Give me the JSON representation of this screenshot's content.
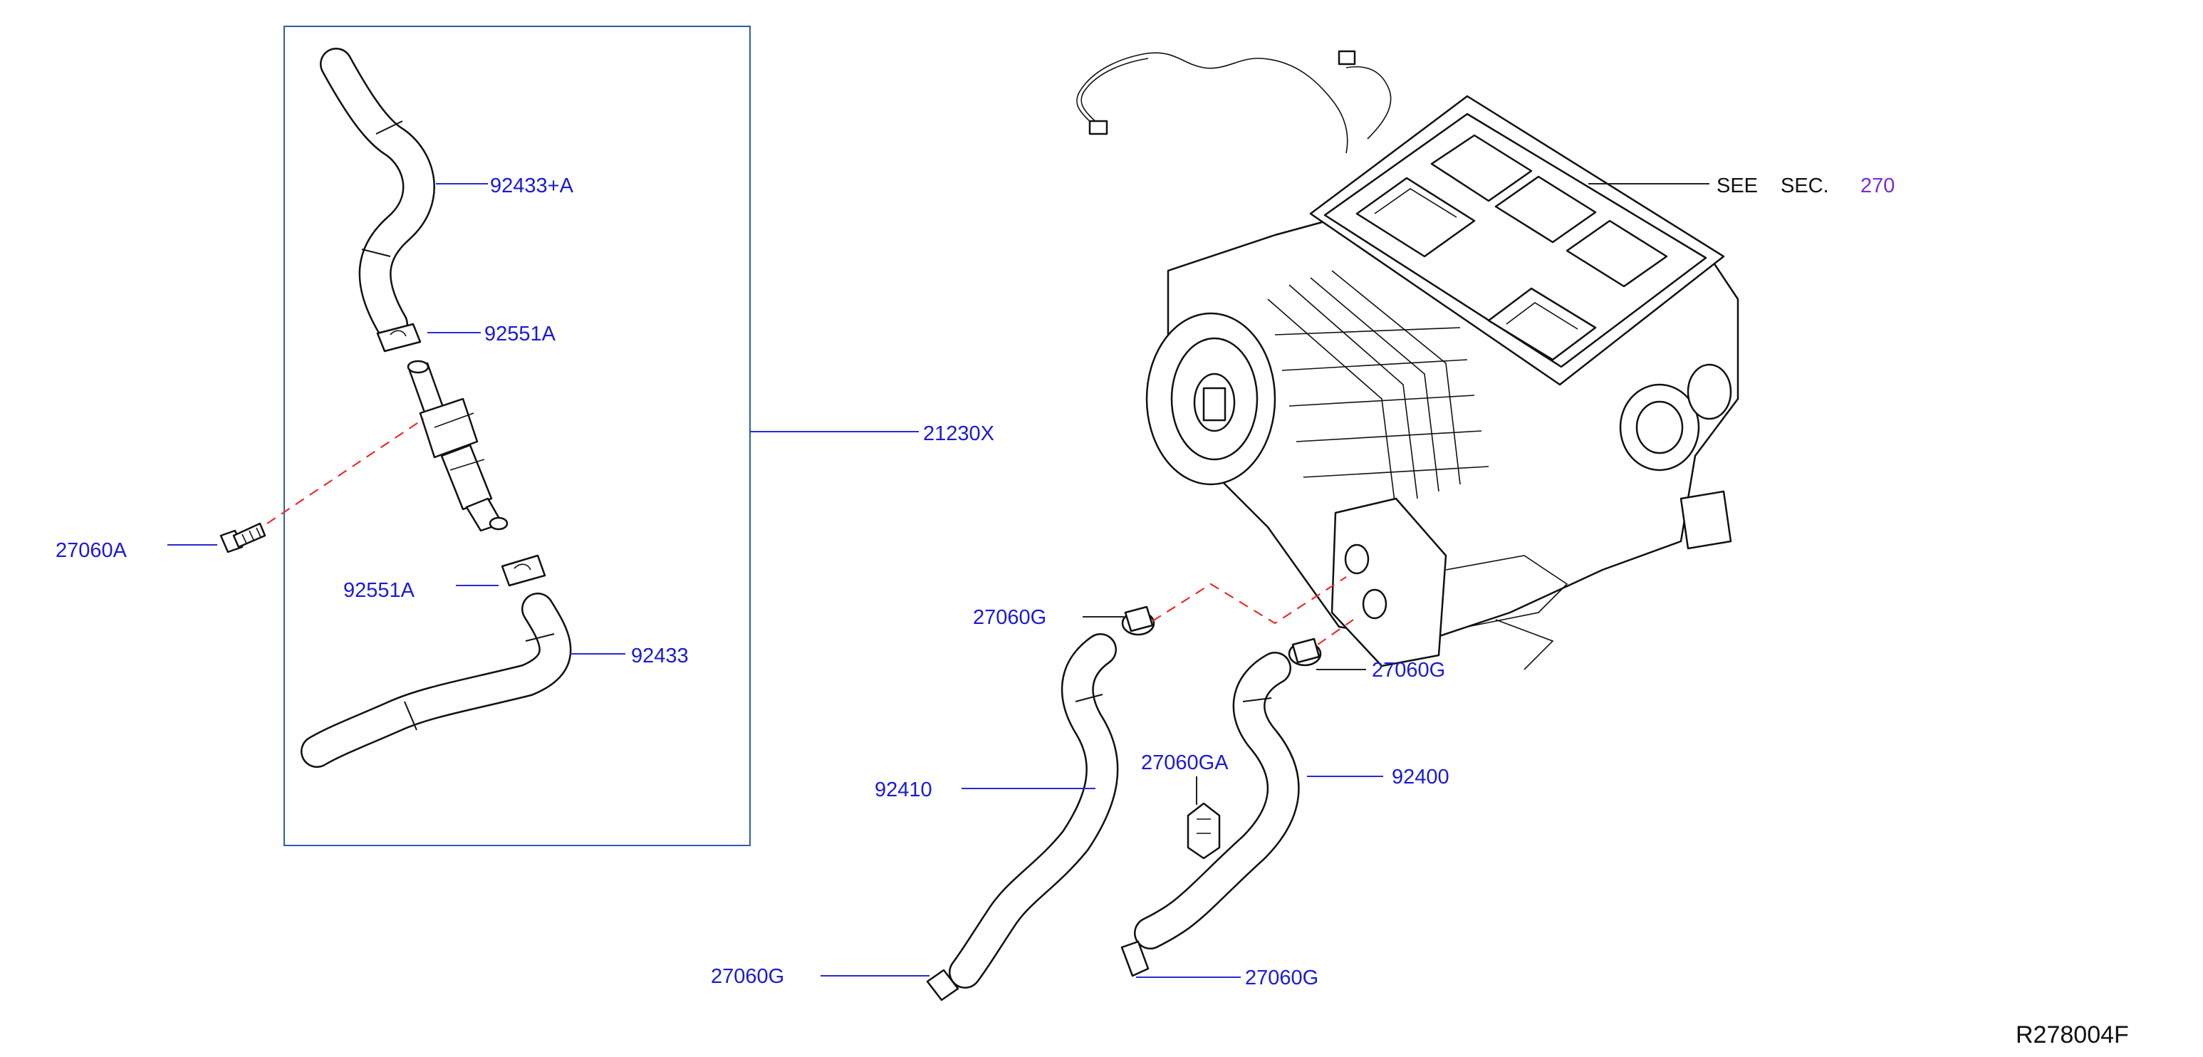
{
  "labels": {
    "hose_upper_a": "92433+A",
    "clamp_upper": "92551A",
    "assembly": "21230X",
    "bolt": "27060A",
    "clamp_lower": "92551A",
    "hose_lower": "92433",
    "clamp_27060g_upper_left": "27060G",
    "clamp_27060g_upper_right": "27060G",
    "hose_92410": "92410",
    "clip_27060ga": "27060GA",
    "hose_92400": "92400",
    "clamp_27060g_bottom_left": "27060G",
    "clamp_27060g_bottom_right": "27060G",
    "see": "SEE",
    "sec": "SEC.",
    "sec_number": "270",
    "diagram_ref": "R278004F"
  },
  "colors": {
    "label_blue": "#1a1ad6",
    "leader_line": "#2a2ad0",
    "dashed_guide": "#e8302a",
    "frame": "#2f5ea8",
    "section_ref": "#7a2bd6"
  }
}
